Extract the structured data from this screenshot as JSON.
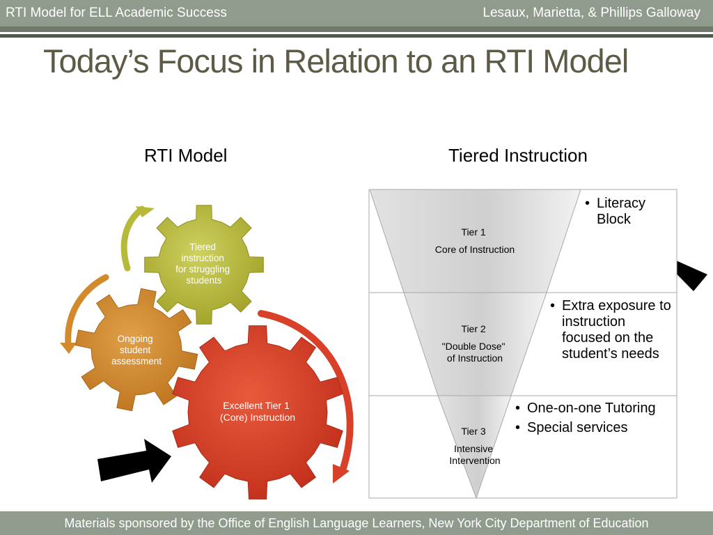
{
  "header": {
    "left": "RTI Model for ELL Academic Success",
    "right": "Lesaux, Marietta, & Phillips Galloway"
  },
  "title": "Today’s Focus in Relation to an RTI Model",
  "left_panel": {
    "heading": "RTI Model",
    "gears": {
      "top": [
        "Tiered",
        "instruction",
        "for struggling",
        "students"
      ],
      "middle": [
        "Ongoing",
        "student",
        "assessment"
      ],
      "bottom": [
        "Excellent Tier 1",
        "(Core) Instruction"
      ]
    }
  },
  "right_panel": {
    "heading": "Tiered Instruction",
    "tiers": [
      {
        "name": "Tier 1",
        "desc": [
          "Core of Instruction"
        ],
        "bullets": [
          "Literacy Block"
        ]
      },
      {
        "name": "Tier 2",
        "desc": [
          "\"Double Dose\"",
          "of Instruction"
        ],
        "bullets": [
          "Extra exposure to instruction focused on the student’s needs"
        ]
      },
      {
        "name": "Tier 3",
        "desc": [
          "Intensive",
          "Intervention"
        ],
        "bullets": [
          "One-on-one Tutoring",
          "Special services"
        ]
      }
    ]
  },
  "footer": "Materials sponsored by the Office of English Language Learners, New York City Department of Education",
  "colors": {
    "gear_top": "#b6b93a",
    "gear_middle": "#d28a2c",
    "gear_bottom": "#d8402a",
    "header_bar": "#919b8d",
    "title": "#5d5a45"
  }
}
